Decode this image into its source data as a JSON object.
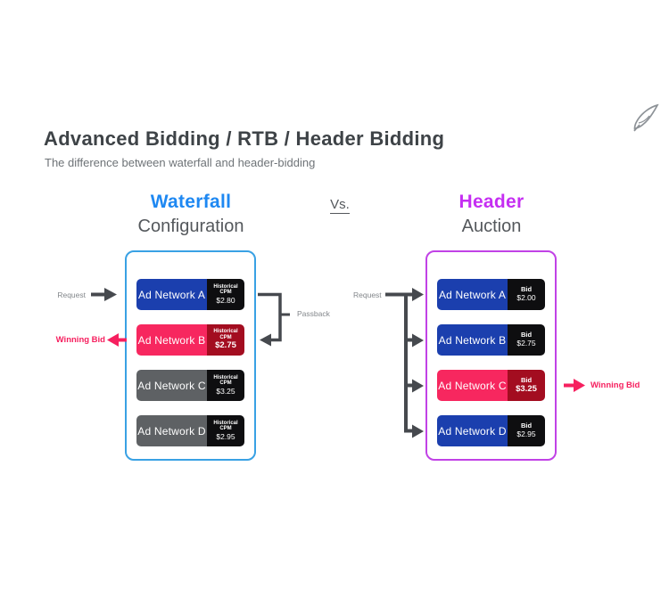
{
  "header": {
    "title": "Advanced Bidding / RTB / Header Bidding",
    "subtitle": "The difference between waterfall and header-bidding",
    "quill_icon": "quill-pen"
  },
  "versus": "Vs.",
  "colors": {
    "waterfall_accent": "#1e88f2",
    "header_accent": "#c52ef2",
    "waterfall_box_border": "#39a1e4",
    "header_box_border": "#c142e6",
    "network_blue": "#1b3fae",
    "network_pink": "#f7275f",
    "network_gray": "#5e6164",
    "badge_black": "#0e0e10",
    "badge_dark_red": "#a30d20",
    "arrow_dark": "#46494e",
    "winning_bid_pink": "#f6205f"
  },
  "waterfall": {
    "title_line1": "Waterfall",
    "title_line2": "Configuration",
    "request_label": "Request",
    "winning_bid_label": "Winning Bid",
    "passback_label": "Passback",
    "badge_caption_lines": [
      "Historical",
      "CPM"
    ],
    "networks": [
      {
        "name": "Ad Network A",
        "price": "$2.80",
        "color": "#1b3fae",
        "badge_color": "#0e0e10",
        "winner": false
      },
      {
        "name": "Ad Network B",
        "price": "$2.75",
        "color": "#f7275f",
        "badge_color": "#a30d20",
        "winner": true
      },
      {
        "name": "Ad Network C",
        "price": "$3.25",
        "color": "#5e6164",
        "badge_color": "#0e0e10",
        "winner": false
      },
      {
        "name": "Ad Network D",
        "price": "$2.95",
        "color": "#5e6164",
        "badge_color": "#0e0e10",
        "winner": false
      }
    ]
  },
  "header_auction": {
    "title_line1": "Header",
    "title_line2": "Auction",
    "request_label": "Request",
    "winning_bid_label": "Winning Bid",
    "badge_caption_lines": [
      "Bid"
    ],
    "networks": [
      {
        "name": "Ad Network A",
        "price": "$2.00",
        "color": "#1b3fae",
        "badge_color": "#0e0e10",
        "winner": false
      },
      {
        "name": "Ad Network B",
        "price": "$2.75",
        "color": "#1b3fae",
        "badge_color": "#0e0e10",
        "winner": false
      },
      {
        "name": "Ad Network C",
        "price": "$3.25",
        "color": "#f7275f",
        "badge_color": "#a30d20",
        "winner": true
      },
      {
        "name": "Ad Network D",
        "price": "$2.95",
        "color": "#1b3fae",
        "badge_color": "#0e0e10",
        "winner": false
      }
    ]
  }
}
